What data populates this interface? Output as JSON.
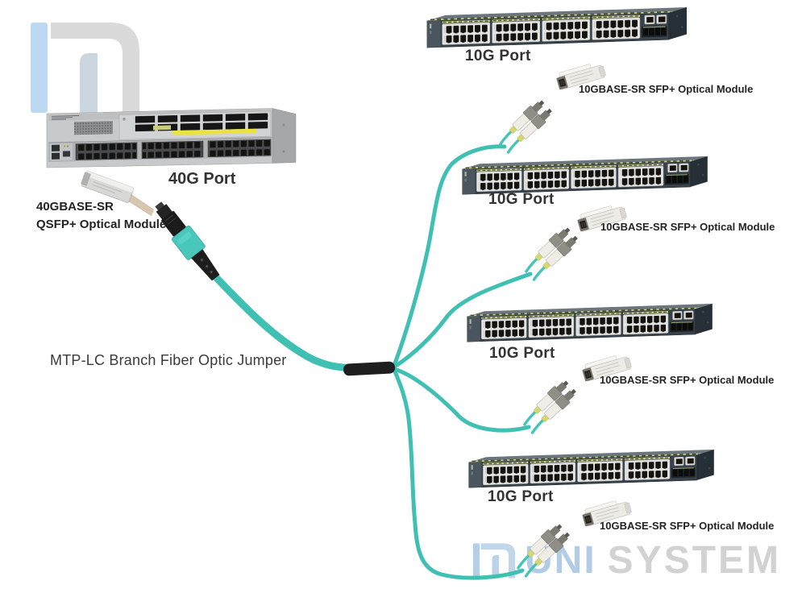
{
  "diagram": {
    "left_device": {
      "port_label": "40G Port",
      "module_label_line1": "40GBASE-SR",
      "module_label_line2": "QSFP+ Optical Module",
      "jumper_label": "MTP-LC Branch Fiber Optic Jumper"
    },
    "right_devices": [
      {
        "port_label": "10G Port",
        "module_label": "10GBASE-SR SFP+ Optical Module"
      },
      {
        "port_label": "10G Port",
        "module_label": "10GBASE-SR SFP+ Optical Module"
      },
      {
        "port_label": "10G Port",
        "module_label": "10GBASE-SR SFP+ Optical Module"
      },
      {
        "port_label": "10G Port",
        "module_label": "10GBASE-SR SFP+ Optical Module"
      }
    ],
    "watermark": {
      "uni": "UNI",
      "system": "SYSTEM"
    },
    "colors": {
      "fiber": "#3fc0b3",
      "watermark_uni": "#b3cce6",
      "watermark_system": "#d2d2d2",
      "switch10g_body": "#37424a",
      "switch40g_body": "#c8c9cb"
    }
  }
}
